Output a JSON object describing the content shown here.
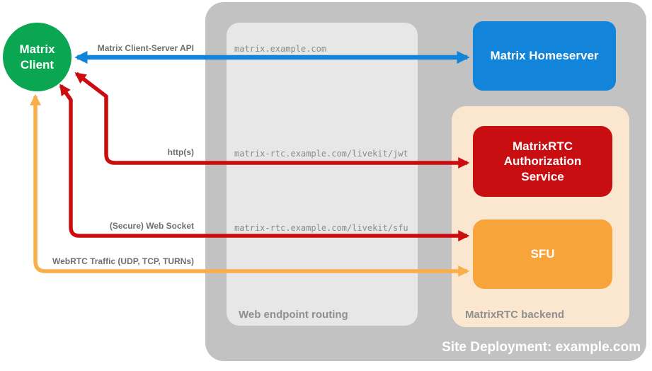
{
  "title": "Site Deployment: example.com",
  "colors": {
    "green": "#0aa652",
    "blue": "#1284d9",
    "red": "#c90e12",
    "red_arrow": "#cc0d10",
    "orange_box": "#f9a43a",
    "orange_arrow": "#f9ae49",
    "peach": "#fbe7d0",
    "gray_outer": "#c2c2c2",
    "gray_inner": "#e7e7e7",
    "label_gray": "#6f6f6f",
    "url_gray": "#8c8c8c",
    "caption_gray": "#8f8f8f",
    "white": "#ffffff"
  },
  "client": {
    "lines": [
      "Matrix",
      "Client"
    ]
  },
  "homeserver": {
    "label": "Matrix Homeserver"
  },
  "auth_service": {
    "lines": [
      "MatrixRTC",
      "Authorization",
      "Service"
    ]
  },
  "sfu": {
    "label": "SFU"
  },
  "containers": {
    "web_routing_caption": "Web endpoint routing",
    "backend_caption": "MatrixRTC backend"
  },
  "arrows": {
    "client_server_api": {
      "label": "Matrix Client-Server API",
      "url": "matrix.example.com",
      "color": "#1284d9",
      "from": "Matrix Client",
      "to": "Matrix Homeserver"
    },
    "http": {
      "label": "http(s)",
      "url": "matrix-rtc.example.com/livekit/jwt",
      "color": "#cc0d10",
      "from": "Matrix Client",
      "to": "MatrixRTC Authorization Service"
    },
    "websocket": {
      "label": "(Secure) Web Socket",
      "url": "matrix-rtc.example.com/livekit/sfu",
      "color": "#cc0d10",
      "from": "Matrix Client",
      "to": "SFU"
    },
    "webrtc": {
      "label": "WebRTC Traffic (UDP, TCP, TURNs)",
      "url": "",
      "color": "#f9ae49",
      "from": "Matrix Client",
      "to": "SFU"
    }
  }
}
